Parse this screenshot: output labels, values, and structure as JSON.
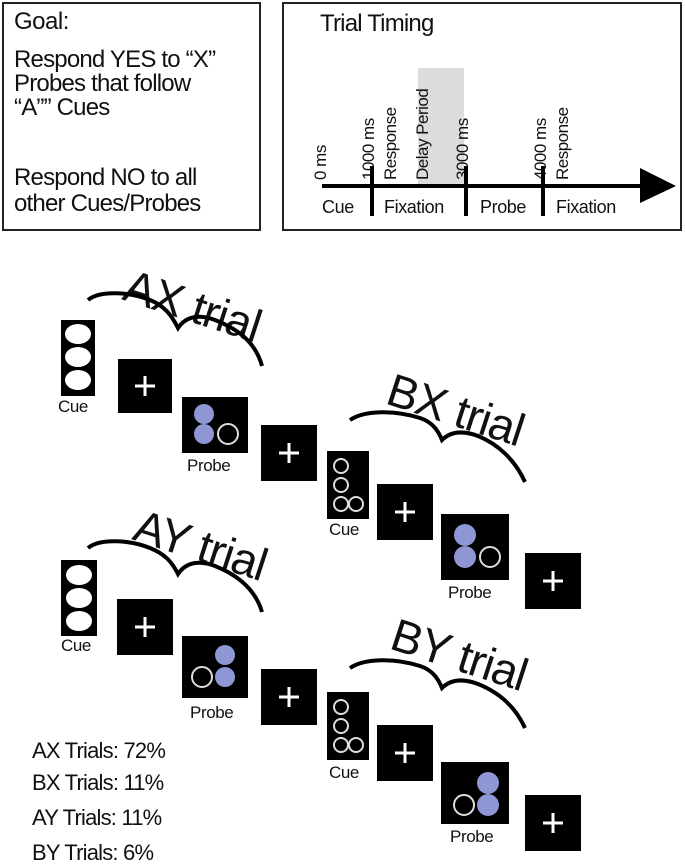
{
  "goal": {
    "title": "Goal:",
    "line1": "Respond YES to “X”",
    "line2": "Probes that follow",
    "line3": "“A”” Cues",
    "line4": "Respond NO to all",
    "line5": "other Cues/Probes"
  },
  "timing": {
    "title": "Trial Timing",
    "t0": "0 ms",
    "t1000": "1000 ms",
    "response1": "Response",
    "delay": "Delay Period",
    "t3000": "3000 ms",
    "t4000": "4000 ms",
    "response2": "Response",
    "phases": [
      "Cue",
      "Fixation",
      "Probe",
      "Fixation"
    ]
  },
  "trials": {
    "ax": {
      "title": "AX trial",
      "cue_label": "Cue",
      "probe_label": "Probe"
    },
    "bx": {
      "title": "BX trial",
      "cue_label": "Cue",
      "probe_label": "Probe"
    },
    "ay": {
      "title": "AY trial",
      "cue_label": "Cue",
      "probe_label": "Probe"
    },
    "by": {
      "title": "BY trial",
      "cue_label": "Cue",
      "probe_label": "Probe"
    }
  },
  "stats": {
    "ax": "AX Trials: 72%",
    "bx": "BX Trials: 11%",
    "ay": "AY Trials: 11%",
    "by": "BY Trials: 6%"
  },
  "colors": {
    "probe_fill": "#8e97d4",
    "stimulus_bg": "#000000",
    "delay_shade": "#dcdcdc"
  }
}
